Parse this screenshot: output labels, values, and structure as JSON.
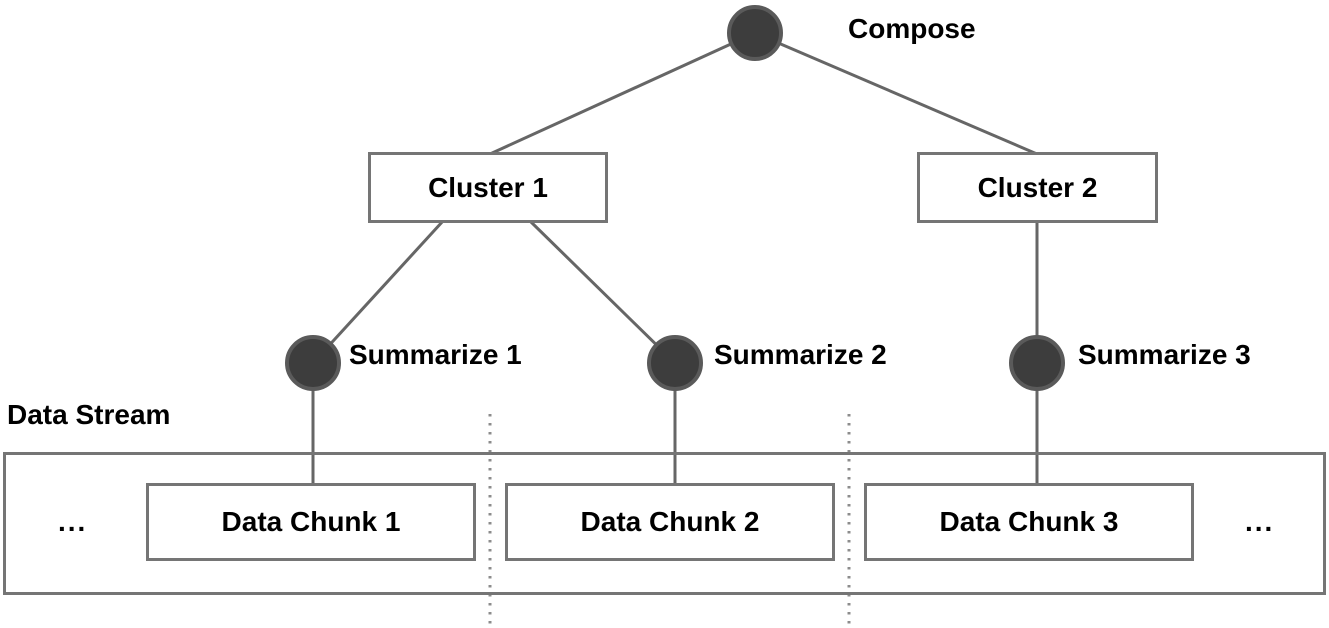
{
  "diagram": {
    "root_node": {
      "label": "Compose"
    },
    "clusters": [
      {
        "label": "Cluster 1"
      },
      {
        "label": "Cluster 2"
      }
    ],
    "summarize_nodes": [
      {
        "label": "Summarize 1"
      },
      {
        "label": "Summarize 2"
      },
      {
        "label": "Summarize 3"
      }
    ],
    "data_stream": {
      "label": "Data Stream",
      "ellipsis_left": "...",
      "ellipsis_right": "...",
      "chunks": [
        {
          "label": "Data Chunk 1"
        },
        {
          "label": "Data Chunk 2"
        },
        {
          "label": "Data Chunk 3"
        }
      ]
    },
    "edges": [
      {
        "from": "compose",
        "to": "cluster-1"
      },
      {
        "from": "compose",
        "to": "cluster-2"
      },
      {
        "from": "cluster-1",
        "to": "summarize-1"
      },
      {
        "from": "cluster-1",
        "to": "summarize-2"
      },
      {
        "from": "cluster-2",
        "to": "summarize-3"
      },
      {
        "from": "summarize-1",
        "to": "data-chunk-1"
      },
      {
        "from": "summarize-2",
        "to": "data-chunk-2"
      },
      {
        "from": "summarize-3",
        "to": "data-chunk-3"
      }
    ],
    "colors": {
      "background": "#ffffff",
      "node_fill": "#3d3d3d",
      "node_ring": "#5a5a5a",
      "edge": "#666666",
      "box_border": "#757575",
      "dotted": "#8c8c8c",
      "text": "#000000"
    }
  }
}
